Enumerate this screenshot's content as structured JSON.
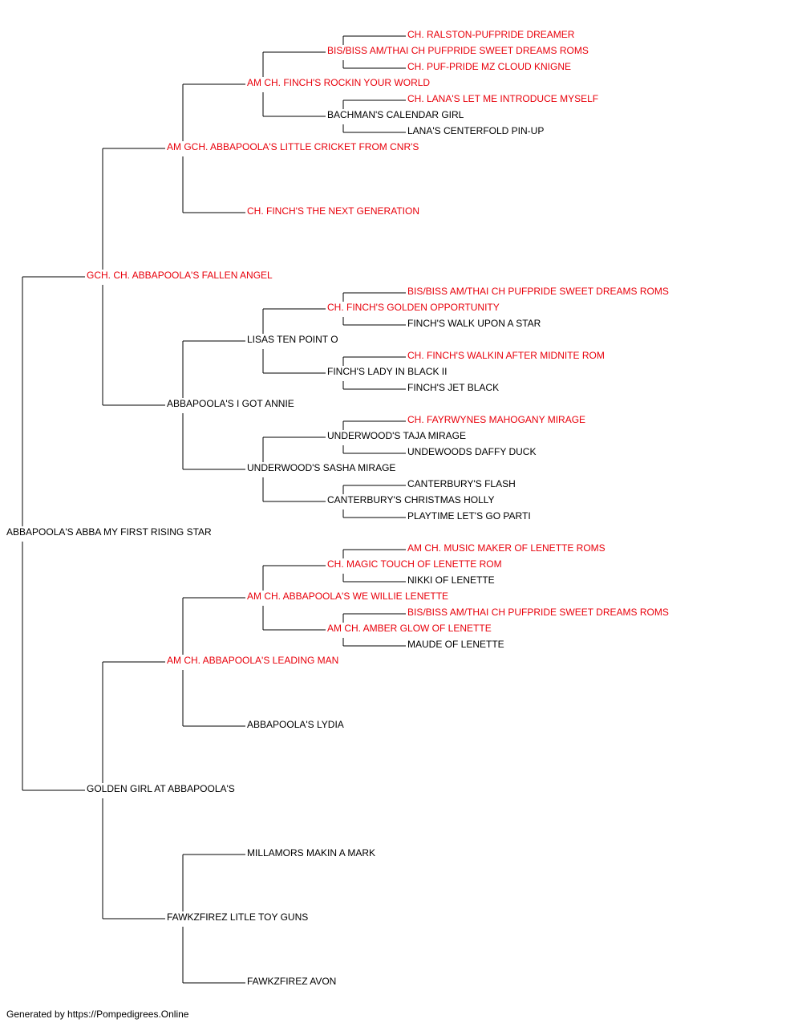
{
  "colors": {
    "champion": "#e8000b",
    "regular": "#000000",
    "line": "#000000"
  },
  "pedigree": {
    "name": "ABBAPOOLA'S ABBA MY FIRST RISING STAR",
    "title": false,
    "sire": {
      "name": "GCH. CH. ABBAPOOLA'S FALLEN ANGEL",
      "title": true,
      "sire": {
        "name": "AM GCH. ABBAPOOLA'S LITTLE CRICKET FROM CNR'S",
        "title": true,
        "sire": {
          "name": "AM CH. FINCH'S ROCKIN YOUR WORLD",
          "title": true,
          "sire": {
            "name": "BIS/BISS AM/THAI CH PUFPRIDE SWEET DREAMS ROMS",
            "title": true,
            "sire": {
              "name": "CH. RALSTON-PUFPRIDE DREAMER",
              "title": true
            },
            "dam": {
              "name": "CH. PUF-PRIDE MZ CLOUD KNIGNE",
              "title": true
            }
          },
          "dam": {
            "name": "BACHMAN'S CALENDAR GIRL",
            "title": false,
            "sire": {
              "name": "CH. LANA'S LET ME INTRODUCE MYSELF",
              "title": true
            },
            "dam": {
              "name": "LANA'S CENTERFOLD PIN-UP",
              "title": false
            }
          }
        },
        "dam": {
          "name": "CH. FINCH'S THE NEXT GENERATION",
          "title": true
        }
      },
      "dam": {
        "name": "ABBAPOOLA'S I GOT ANNIE",
        "title": false,
        "sire": {
          "name": "LISAS TEN POINT O",
          "title": false,
          "sire": {
            "name": "CH. FINCH'S GOLDEN OPPORTUNITY",
            "title": true,
            "sire": {
              "name": "BIS/BISS AM/THAI CH PUFPRIDE SWEET DREAMS ROMS",
              "title": true
            },
            "dam": {
              "name": "FINCH'S WALK UPON A STAR",
              "title": false
            }
          },
          "dam": {
            "name": "FINCH'S LADY IN BLACK II",
            "title": false,
            "sire": {
              "name": "CH. FINCH'S WALKIN AFTER MIDNITE ROM",
              "title": true
            },
            "dam": {
              "name": "FINCH'S JET BLACK",
              "title": false
            }
          }
        },
        "dam": {
          "name": "UNDERWOOD'S SASHA MIRAGE",
          "title": false,
          "sire": {
            "name": "UNDERWOOD'S TAJA MIRAGE",
            "title": false,
            "sire": {
              "name": "CH. FAYRWYNES MAHOGANY MIRAGE",
              "title": true
            },
            "dam": {
              "name": "UNDEWOODS DAFFY DUCK",
              "title": false
            }
          },
          "dam": {
            "name": "CANTERBURY'S CHRISTMAS HOLLY",
            "title": false,
            "sire": {
              "name": "CANTERBURY'S FLASH",
              "title": false
            },
            "dam": {
              "name": "PLAYTIME LET'S GO PARTI",
              "title": false
            }
          }
        }
      }
    },
    "dam": {
      "name": "GOLDEN GIRL AT ABBAPOOLA'S",
      "title": false,
      "sire": {
        "name": "AM CH. ABBAPOOLA'S LEADING MAN",
        "title": true,
        "sire": {
          "name": "AM CH. ABBAPOOLA'S WE WILLIE LENETTE",
          "title": true,
          "sire": {
            "name": "CH. MAGIC TOUCH OF LENETTE ROM",
            "title": true,
            "sire": {
              "name": "AM CH. MUSIC MAKER OF LENETTE ROMS",
              "title": true
            },
            "dam": {
              "name": "NIKKI OF LENETTE",
              "title": false
            }
          },
          "dam": {
            "name": "AM CH. AMBER GLOW OF LENETTE",
            "title": true,
            "sire": {
              "name": "BIS/BISS AM/THAI CH PUFPRIDE SWEET DREAMS ROMS",
              "title": true
            },
            "dam": {
              "name": "MAUDE OF LENETTE",
              "title": false
            }
          }
        },
        "dam": {
          "name": "ABBAPOOLA'S LYDIA",
          "title": false
        }
      },
      "dam": {
        "name": "FAWKZFIREZ LITLE TOY GUNS",
        "title": false,
        "sire": {
          "name": "MILLAMORS MAKIN A MARK",
          "title": false
        },
        "dam": {
          "name": "FAWKZFIREZ AVON",
          "title": false
        }
      }
    }
  },
  "footer": {
    "text": "Generated by https://Pompedigrees.Online"
  }
}
